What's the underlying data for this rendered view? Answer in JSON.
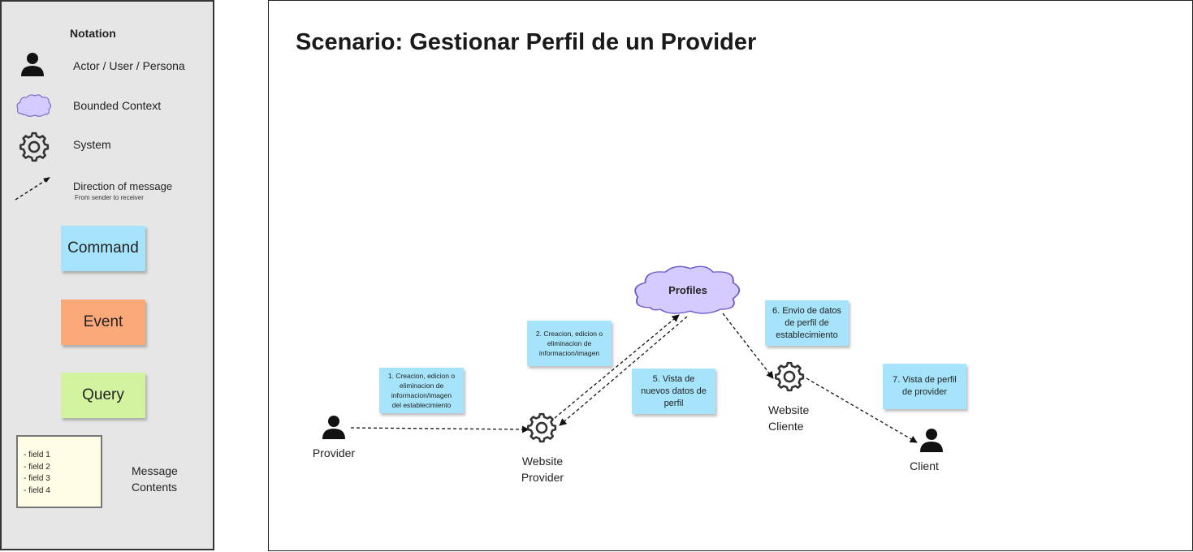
{
  "legend": {
    "title": "Notation",
    "actor_label": "Actor / User / Persona",
    "context_label": "Bounded Context",
    "system_label": "System",
    "direction_label": "Direction of message",
    "direction_sub": "From sender to receiver",
    "command": "Command",
    "event": "Event",
    "query": "Query",
    "fields": [
      "- field 1",
      "- field 2",
      "- field 3",
      "- field 4"
    ],
    "message_contents": [
      "Message",
      "Contents"
    ],
    "colors": {
      "command": "#a6e4fb",
      "event": "#fca97a",
      "query": "#d4f3a0",
      "message": "#fffde5",
      "context": "#d5cbff"
    }
  },
  "diagram": {
    "title": "Scenario: Gestionar Perfil de un Provider",
    "context": "Profiles",
    "nodes": {
      "provider": "Provider",
      "website_provider": [
        "Website",
        "Provider"
      ],
      "website_cliente": [
        "Website",
        "Cliente"
      ],
      "client": "Client"
    },
    "commands": {
      "c1": [
        "1. Creacion, edicion o",
        "eliminacion de",
        "informacion/imagen",
        "del establecimiento"
      ],
      "c2": [
        "2. Creacion, edicion o",
        "eliminacion de",
        "informacion/imagen"
      ],
      "c5": [
        "5. Vista de",
        "nuevos datos de",
        "perfil"
      ],
      "c6": [
        "6. Envio de datos",
        "de perfil de",
        "establecimiento"
      ],
      "c7": [
        "7. Vista de perfil",
        "de provider"
      ]
    }
  }
}
